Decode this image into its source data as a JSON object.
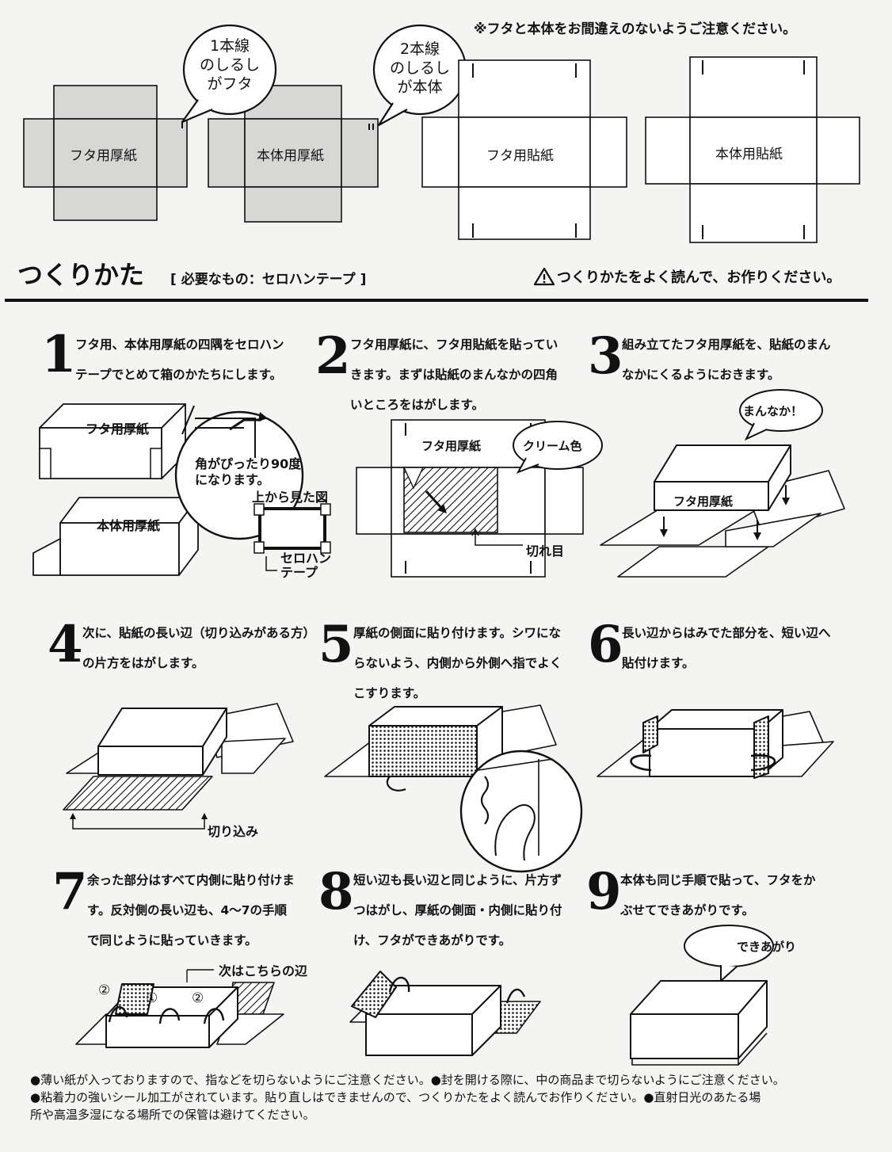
{
  "caution_top": "※フタと本体をお間違えのないようご注意ください。",
  "nets": {
    "lid_cardboard": "フタ用厚紙",
    "body_cardboard": "本体用厚紙",
    "lid_paper": "フタ用貼紙",
    "body_paper": "本体用貼紙"
  },
  "bubbles": {
    "one_line": [
      "1本線",
      "のしるし",
      "がフタ"
    ],
    "two_line": [
      "2本線",
      "のしるし",
      "が本体"
    ]
  },
  "header": {
    "title": "つくりかた",
    "needed": "[ 必要なもの：セロハンテープ ]",
    "warning": "つくりかたをよく読んで、お作りください。"
  },
  "steps": [
    {
      "num": "1",
      "lines": [
        "フタ用、本体用厚紙の四隅をセロハン",
        "テープでとめて箱のかたちにします。"
      ]
    },
    {
      "num": "2",
      "lines": [
        "フタ用厚紙に、フタ用貼紙を貼ってい",
        "きます。まずは貼紙のまんなかの四角",
        "いところをはがします。"
      ]
    },
    {
      "num": "3",
      "lines": [
        "組み立てたフタ用厚紙を、貼紙のまん",
        "なかにくるようにおきます。"
      ]
    },
    {
      "num": "4",
      "lines": [
        "次に、貼紙の長い辺（切り込みがある方）",
        "の片方をはがします。"
      ]
    },
    {
      "num": "5",
      "lines": [
        "厚紙の側面に貼り付けます。シワにな",
        "らないよう、内側から外側へ指でよく",
        "こすります。"
      ]
    },
    {
      "num": "6",
      "lines": [
        "長い辺からはみでた部分を、短い辺へ",
        "貼付けます。"
      ]
    },
    {
      "num": "7",
      "lines": [
        "余った部分はすべて内側に貼り付けま",
        "す。反対側の長い辺も、4～7の手順",
        "で同じように貼っていきます。"
      ]
    },
    {
      "num": "8",
      "lines": [
        "短い辺も長い辺と同じように、片方ず",
        "つはがし、厚紙の側面・内側に貼り付",
        "け、フタができあがりです。"
      ]
    },
    {
      "num": "9",
      "lines": [
        "本体も同じ手順で貼って、フタをか",
        "ぶせてできあがりです。"
      ]
    }
  ],
  "illus": {
    "lid_cardboard": "フタ用厚紙",
    "body_cardboard": "本体用厚紙",
    "corner_note": [
      "角がぴったり90度",
      "になります。"
    ],
    "top_view": "上から見た図",
    "tape": [
      "セロハン",
      "テープ"
    ],
    "cream": "クリーム色",
    "cut_line": "切れ目",
    "center": "まんなか！",
    "notch": "切り込み",
    "next_side": "次はこちらの辺",
    "done": "できあがり",
    "circle1": "①",
    "circle2": "②"
  },
  "notes": [
    "●薄い紙が入っておりますので、指などを切らないようにご注意ください。●封を開ける際に、中の商品まで切らないようにご注意ください。",
    "●粘着力の強いシール加工がされています。貼り直しはできませんので、つくりかたをよく読んでお作りください。●直射日光のあたる場",
    "所や高温多湿になる場所での保管は避けてください。"
  ]
}
